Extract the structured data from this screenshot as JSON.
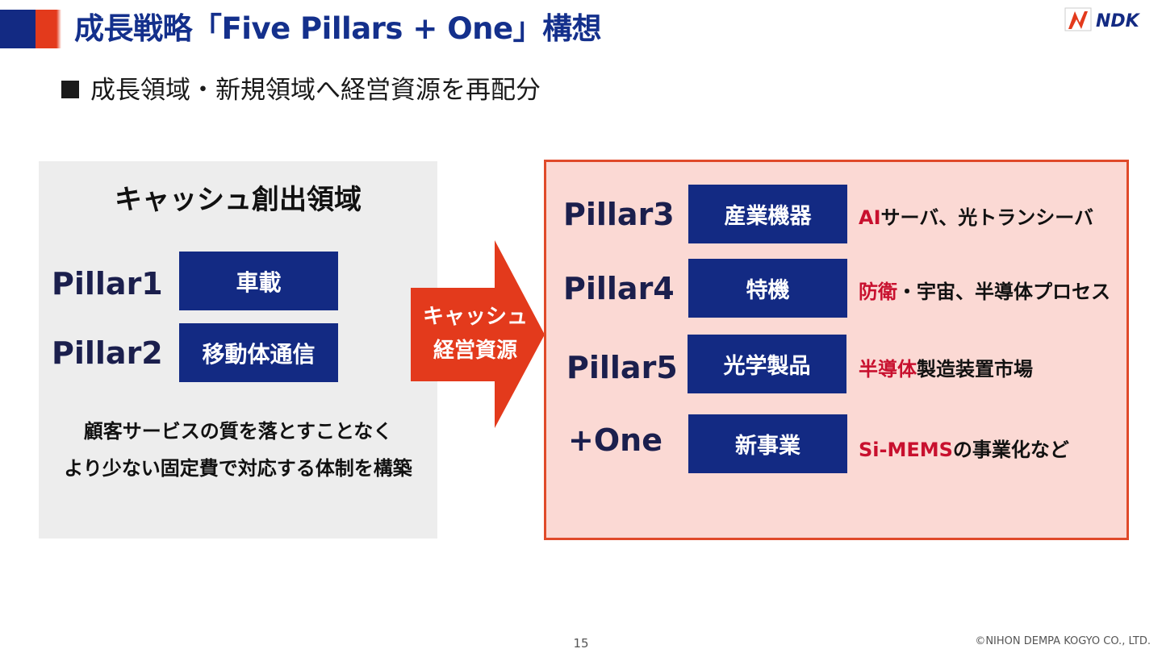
{
  "header": {
    "title": "成長戦略「Five Pillars + One」構想",
    "logo_text": "NDK",
    "colors": {
      "blue": "#132a83",
      "red": "#e33a1c"
    }
  },
  "subtitle": "成長領域・新規領域へ経営資源を再配分",
  "left_panel": {
    "heading": "キャッシュ創出領域",
    "pillars": [
      {
        "label": "Pillar1",
        "box": "車載"
      },
      {
        "label": "Pillar2",
        "box": "移動体通信"
      }
    ],
    "note_line1": "顧客サービスの質を落とすことなく",
    "note_line2": "より少ない固定費で対応する体制を構築"
  },
  "arrow": {
    "line1": "キャッシュ",
    "line2": "経営資源",
    "color": "#e33a1c"
  },
  "right_panel": {
    "pillars": [
      {
        "label": "Pillar3",
        "box": "産業機器",
        "desc_hl": "AI",
        "desc_rest": "サーバ、光トランシーバ"
      },
      {
        "label": "Pillar4",
        "box": "特機",
        "desc_hl": "防衛",
        "desc_rest": "・宇宙、半導体プロセス"
      },
      {
        "label": "Pillar5",
        "box": "光学製品",
        "desc_hl": "半導体",
        "desc_rest": "製造装置市場"
      },
      {
        "label": "+One",
        "box": "新事業",
        "desc_hl": "Si-MEMS",
        "desc_rest": "の事業化など"
      }
    ],
    "colors": {
      "background": "#fbd9d4",
      "border": "#e04a2a",
      "highlight": "#c8102e"
    }
  },
  "footer": {
    "page_number": "15",
    "copyright": "©NIHON DEMPA KOGYO CO., LTD."
  }
}
